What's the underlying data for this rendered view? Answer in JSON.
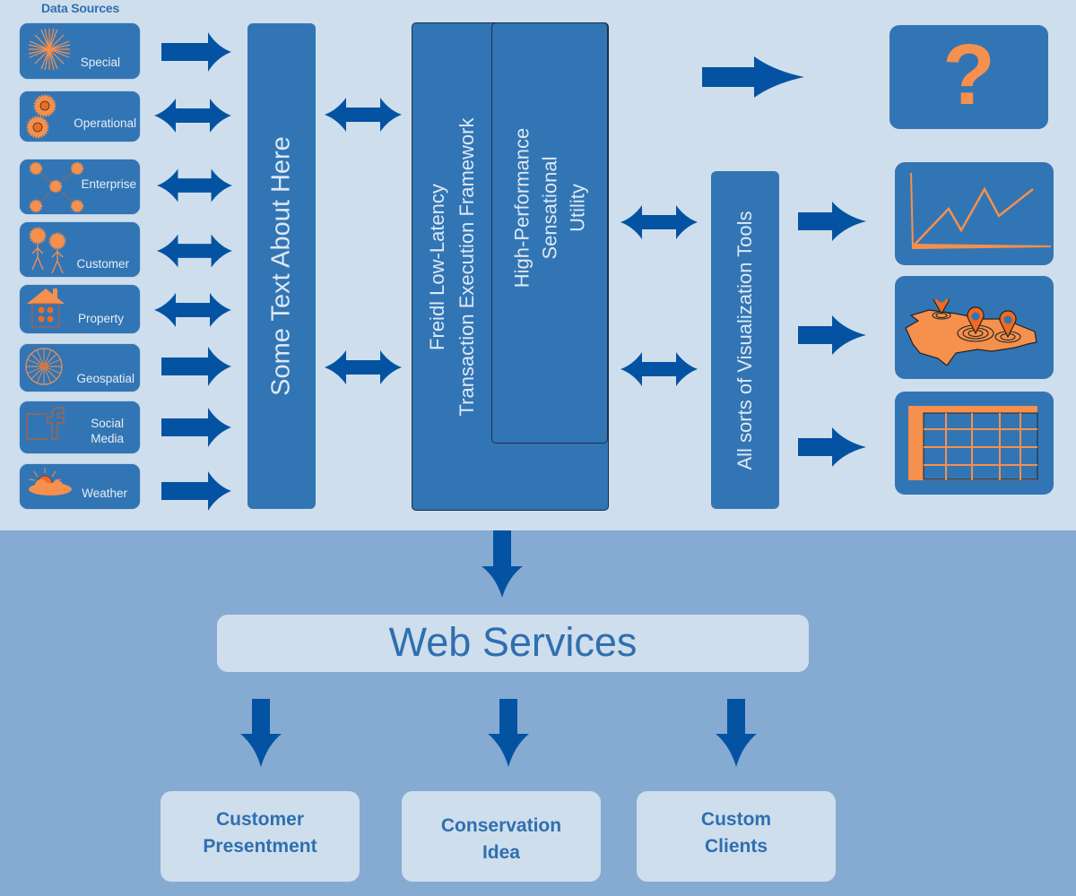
{
  "diagram": {
    "title": "Data Sources",
    "data_sources": [
      {
        "label": "Special",
        "icon": "starburst-icon",
        "flow": "one-way"
      },
      {
        "label": "Operational",
        "icon": "gears-icon",
        "flow": "two-way"
      },
      {
        "label": "Enterprise",
        "icon": "network-icon",
        "flow": "two-way"
      },
      {
        "label": "Customer",
        "icon": "people-icon",
        "flow": "two-way"
      },
      {
        "label": "Property",
        "icon": "house-icon",
        "flow": "two-way"
      },
      {
        "label": "Geospatial",
        "icon": "globe-wheel-icon",
        "flow": "one-way"
      },
      {
        "label": "Social\nMedia",
        "icon": "facebook-icon",
        "flow": "one-way"
      },
      {
        "label": "Weather",
        "icon": "sun-cloud-icon",
        "flow": "one-way"
      }
    ],
    "integration_bar": "Some Text About Here",
    "framework": {
      "outer_line1": "Freidl Low-Latency",
      "outer_line2": "Transaction Execution Framework",
      "inner_line1": "High-Performance",
      "inner_line2": "Sensational",
      "inner_line3": "Utility"
    },
    "visualization_bar": "All sorts of Visualization Tools",
    "outputs": [
      {
        "name": "unknown",
        "icon": "question-mark-icon",
        "glyph": "?"
      },
      {
        "name": "line-chart",
        "icon": "line-chart-icon"
      },
      {
        "name": "map",
        "icon": "map-pins-icon"
      },
      {
        "name": "table",
        "icon": "table-grid-icon"
      }
    ],
    "web_services": "Web Services",
    "clients": [
      {
        "label": "Customer\nPresentment"
      },
      {
        "label": "Conservation\nIdea"
      },
      {
        "label": "Custom\nClients"
      }
    ],
    "colors": {
      "background_light": "#cfdeec",
      "background_bottom": "#85abd3",
      "box_blue": "#3275b5",
      "arrow_blue": "#0453a3",
      "accent_orange": "#f5904d",
      "text_light": "#dde8f3",
      "text_blue": "#2f6fb0"
    }
  }
}
